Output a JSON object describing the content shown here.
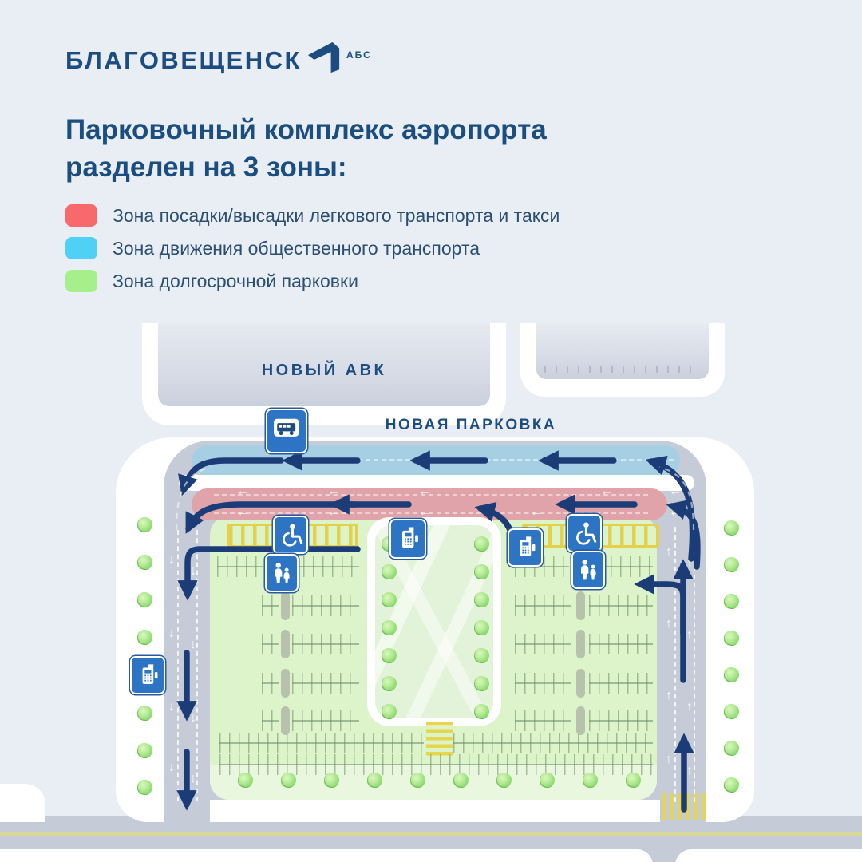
{
  "logo": {
    "city": "БЛАГОВЕЩЕНСК",
    "brand_suffix": "АБС"
  },
  "heading": "Парковочный комплекс аэропорта разделен на 3 зоны:",
  "legend": [
    {
      "color": "#f8696b",
      "label": "Зона посадки/высадки легкового транспорта и такси"
    },
    {
      "color": "#4fd0f7",
      "label": "Зона движения общественного транспорта"
    },
    {
      "color": "#a6f08c",
      "label": "Зона долгосрочной парковки"
    }
  ],
  "map": {
    "terminal_label": "НОВЫЙ АВК",
    "parking_label": "НОВАЯ ПАРКОВКА",
    "zones": {
      "public_transport_lane": "#a6cfe3",
      "dropoff_lane": "#dfa3a9",
      "long_term_parking": "#ddf3ca",
      "tree_strip": "#eaf7df"
    },
    "road_color": "#c6cbd8",
    "arrow_color": "#1c3c78",
    "icons": [
      "bus-stop-sign",
      "accessible-parking-sign",
      "family-parking-sign",
      "payment-terminal-sign",
      "tree-icon"
    ]
  }
}
